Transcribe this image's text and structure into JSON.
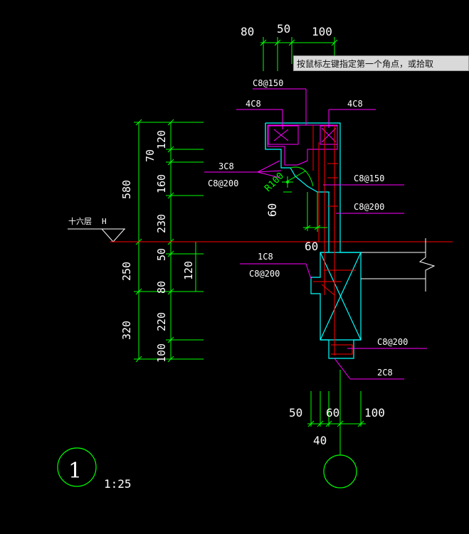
{
  "tooltip": "按鼠标左键指定第一个角点，或拾取",
  "colors": {
    "green": "#00ff00",
    "cyan": "#00ffff",
    "magenta": "#ff00ff",
    "red": "#ff0000",
    "white": "#ffffff",
    "bg": "#000000"
  },
  "top_dims": [
    "80",
    "50",
    "100"
  ],
  "left_dims_outer": [
    "580",
    "250",
    "320"
  ],
  "left_dims_inner": [
    "70",
    "120",
    "160",
    "230",
    "50",
    "80",
    "220",
    "100"
  ],
  "left_dims_mid": [
    "120"
  ],
  "level_label": "十六层",
  "level_h": "H",
  "bottom_dims": [
    "50",
    "60",
    "100",
    "40"
  ],
  "mid_dims": [
    "60",
    "60"
  ],
  "radius_label": "R100",
  "rebar_labels": {
    "top_stirrup": "C8@150",
    "top_left_bars": "4C8",
    "top_right_bars": "4C8",
    "slope_bars": "3C8",
    "slope_stirrup": "C8@200",
    "wall_stirrup_1": "C8@150",
    "wall_stirrup_2": "C8@200",
    "lower_bar": "1C8",
    "lower_stirrup": "C8@200",
    "bottom_stirrup": "C8@200",
    "bottom_bars": "2C8"
  },
  "detail_number": "1",
  "scale": "1:25"
}
